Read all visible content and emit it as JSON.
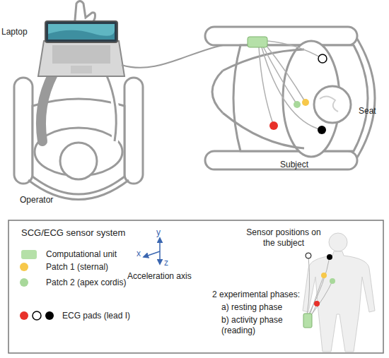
{
  "diagram": {
    "labels": [
      "Laptop",
      "Operator",
      "Seat",
      "Subject",
      "SCG/ECG sensor system",
      "y",
      "x",
      "z",
      "Acceleration axis",
      "Sensor positions on the subject",
      "2 experimental phases:",
      "a) resting phase",
      "b) activity phase (reading)"
    ],
    "legend": [
      {
        "text": "Computational unit",
        "color": "#b5e0a8"
      },
      {
        "text": "Patch 1 (sternal)",
        "color": "#f7c84a"
      },
      {
        "text": "Patch 2 (apex cordis)",
        "color": "#a8d89a"
      },
      {
        "text": "ECG pads (lead I)"
      }
    ]
  }
}
